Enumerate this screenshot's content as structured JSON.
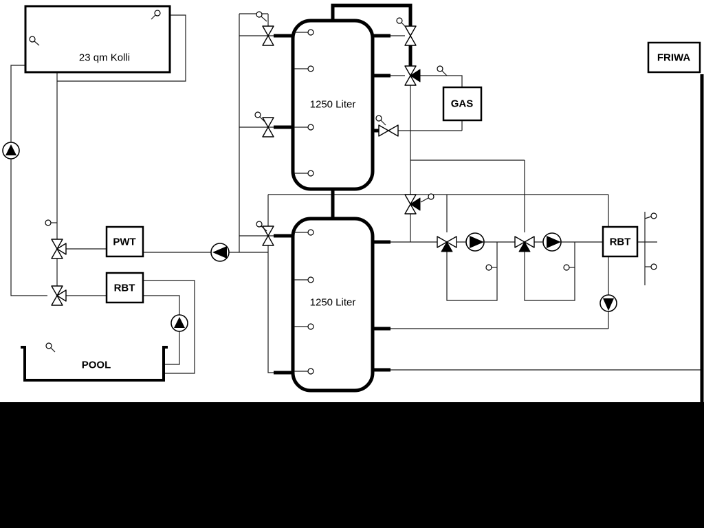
{
  "diagram": {
    "collector": {
      "label": "23 qm Kolli"
    },
    "tank_top": {
      "label": "1250 Liter"
    },
    "tank_bottom": {
      "label": "1250 Liter"
    },
    "gas_boiler": {
      "label": "GAS"
    },
    "friwa": {
      "label": "FRIWA"
    },
    "pwt": {
      "label": "PWT"
    },
    "rbt_pool": {
      "label": "RBT"
    },
    "rbt_right": {
      "label": "RBT"
    },
    "pool": {
      "label": "POOL"
    }
  },
  "colors": {
    "line": "#000000",
    "background": "#ffffff",
    "mask": "#000000"
  }
}
